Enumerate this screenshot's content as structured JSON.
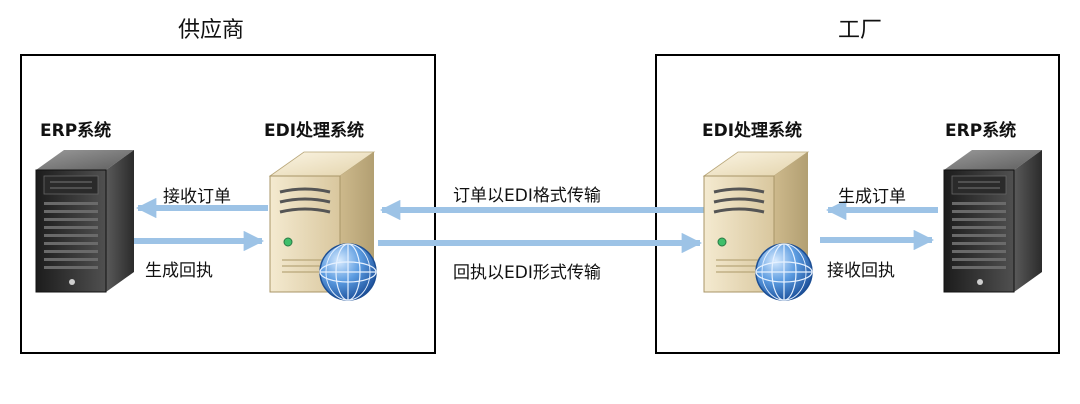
{
  "supplier": {
    "title": "供应商",
    "erp_label": "ERP系统",
    "edi_label": "EDI处理系统",
    "arrow_receive": "接收订单",
    "arrow_generate": "生成回执"
  },
  "factory": {
    "title": "工厂",
    "erp_label": "ERP系统",
    "edi_label": "EDI处理系统",
    "arrow_generate": "生成订单",
    "arrow_receive": "接收回执"
  },
  "links": {
    "order_transfer": "订单以EDI格式传输",
    "receipt_transfer": "回执以EDI形式传输"
  },
  "colors": {
    "arrow": "#9dc3e6",
    "box_border": "#000000",
    "tower_dark": "#3a3a3a",
    "tower_beige": "#eadcba"
  },
  "icons": {
    "erp": "server-tower-icon",
    "edi": "edi-server-globe-icon"
  }
}
